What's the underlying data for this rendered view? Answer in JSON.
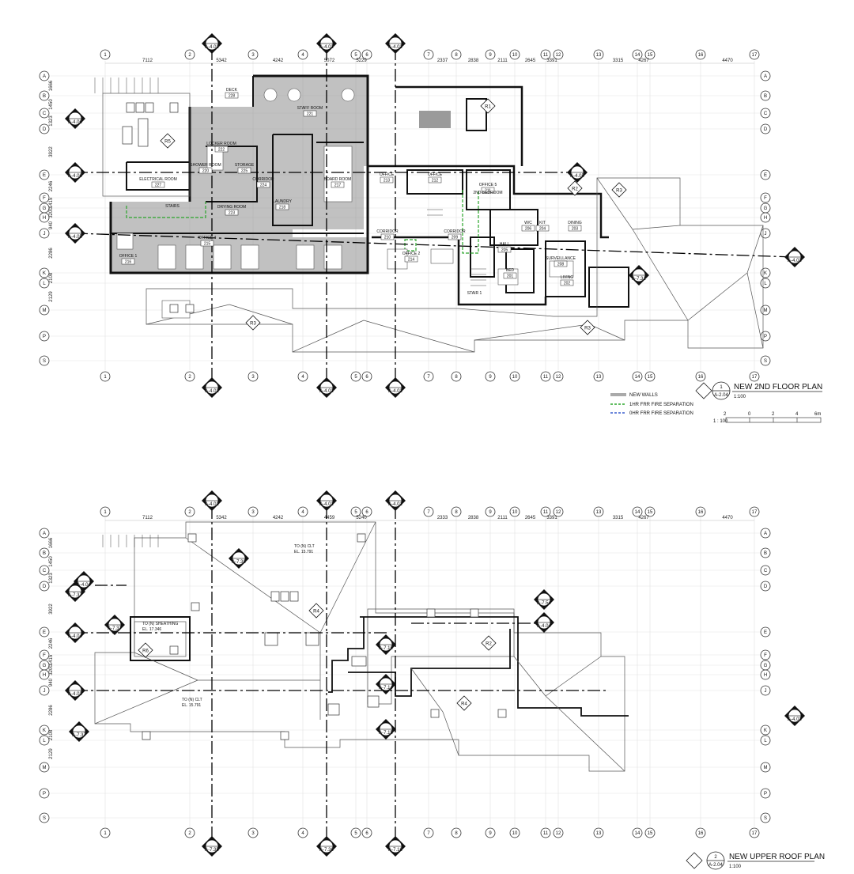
{
  "grid_columns": [
    "1",
    "2",
    "3",
    "4",
    "5",
    "6",
    "7",
    "8",
    "9",
    "10",
    "11",
    "12",
    "13",
    "14",
    "15",
    "16",
    "17"
  ],
  "grid_rows": [
    "A",
    "B",
    "C",
    "D",
    "E",
    "F",
    "G",
    "H",
    "J",
    "K",
    "L",
    "M",
    "P",
    "S"
  ],
  "plan1": {
    "title": "NEW 2ND FLOOR PLAN",
    "number": "1",
    "sheet": "A-2.04",
    "scale": "1:100",
    "dims": [
      "7112",
      "5342",
      "4242",
      "5072",
      "5229",
      "2337",
      "2838",
      "2111",
      "2645",
      "3391",
      "3315",
      "4267",
      "4470"
    ],
    "row_dims": [
      "1666",
      "1450",
      "1323",
      "3922",
      "2246",
      "1415",
      "3200",
      "940",
      "2286",
      "2108",
      "2129"
    ],
    "rooms": [
      {
        "name": "DECK",
        "num": "228"
      },
      {
        "name": "STAFF ROOM",
        "num": "221"
      },
      {
        "name": "LOCKER ROOM",
        "num": "222"
      },
      {
        "name": "SHOWER ROOM",
        "num": "220"
      },
      {
        "name": "STORAGE",
        "num": "225"
      },
      {
        "name": "ELECTRICAL ROOM",
        "num": "227"
      },
      {
        "name": "CORRIDOR",
        "num": "224"
      },
      {
        "name": "LAUNDRY",
        "num": "218"
      },
      {
        "name": "BOARD ROOM",
        "num": "217"
      },
      {
        "name": "DRYING ROOM",
        "num": "223"
      },
      {
        "name": "STAIRS",
        "num": ""
      },
      {
        "name": "OFFICE 4",
        "num": "215"
      },
      {
        "name": "OFFICE 1",
        "num": "216"
      },
      {
        "name": "CORRIDOR",
        "num": "210"
      },
      {
        "name": "OFFICE 2",
        "num": "214"
      },
      {
        "name": "CORRIDOR",
        "num": "209"
      },
      {
        "name": "OFFICE",
        "num": "213"
      },
      {
        "name": "OFFICE",
        "num": "212"
      },
      {
        "name": "OFFICE 5",
        "num": "211"
      },
      {
        "name": "2ND BEDROOM",
        "num": ""
      },
      {
        "name": "W/C",
        "num": "206"
      },
      {
        "name": "KIT",
        "num": "204"
      },
      {
        "name": "DINING",
        "num": "203"
      },
      {
        "name": "HALL",
        "num": "205"
      },
      {
        "name": "BED",
        "num": "201"
      },
      {
        "name": "SURVEILLANCE",
        "num": "208"
      },
      {
        "name": "LIVING",
        "num": "202"
      },
      {
        "name": "STAIR 1",
        "num": ""
      }
    ],
    "section_refs": [
      "A-4.02",
      "A-4.02",
      "A-4.02",
      "A-4.02",
      "A-4.02",
      "A-4.02",
      "A-4.06",
      "A-4.06",
      "A-4.05",
      "A-4.05",
      "A-4.03",
      "A-7.31"
    ],
    "roof_tags": [
      "R1",
      "R2",
      "R3",
      "R3",
      "R3",
      "R5"
    ]
  },
  "legend": {
    "items": [
      {
        "label": "NEW WALLS",
        "color": "#555555",
        "style": "double"
      },
      {
        "label": "1HR FRR FIRE SEPARATION",
        "color": "#2aa52a",
        "style": "dashed"
      },
      {
        "label": "0HR FRR FIRE SEPARATION",
        "color": "#3a5fcd",
        "style": "dashed"
      }
    ],
    "scale_label": "1 : 100",
    "scale_marks": [
      "2",
      "0",
      "2",
      "4",
      "6m"
    ]
  },
  "plan2": {
    "title": "NEW UPPER ROOF PLAN",
    "number": "2",
    "sheet": "A-2.04",
    "scale": "1:100",
    "dims": [
      "7112",
      "5342",
      "4242",
      "4459",
      "5240",
      "2333",
      "2838",
      "2111",
      "2645",
      "3391",
      "3315",
      "4267",
      "4470"
    ],
    "notes": [
      {
        "text": "TO (N) CLT",
        "el": "EL. 15.791"
      },
      {
        "text": "TO (N) SHEATHING",
        "el": "EL. 17.346"
      },
      {
        "text": "TO (N) CLT",
        "el": "EL. 15.791"
      }
    ],
    "section_refs": [
      "A-4.02",
      "A-4.02",
      "A-4.02",
      "A-7.35",
      "A-7.36",
      "A-7.16",
      "A-4.04",
      "A-7.37",
      "A-4.04",
      "A-7.37",
      "A-4.03",
      "A-7.37",
      "A-7.54",
      "A-4.04",
      "A-7.15",
      "A-7.14",
      "A-7.38",
      "A-7.15",
      "A-4.03"
    ],
    "roof_tags": [
      "R4",
      "R2",
      "R4",
      "R6"
    ]
  }
}
